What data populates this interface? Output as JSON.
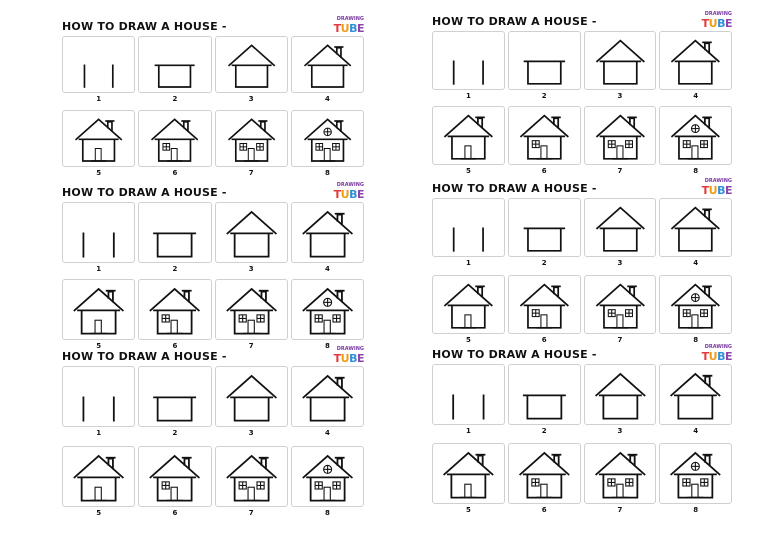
{
  "title": "HOW TO DRAW A HOUSE -",
  "logo": {
    "top": "DRAWING",
    "letters": [
      "T",
      "U",
      "B",
      "E"
    ]
  },
  "steps": [
    {
      "number": "1"
    },
    {
      "number": "2"
    },
    {
      "number": "3"
    },
    {
      "number": "4"
    },
    {
      "number": "5"
    },
    {
      "number": "6"
    },
    {
      "number": "7"
    },
    {
      "number": "8"
    }
  ],
  "sheets": [
    {
      "id": "left-1"
    },
    {
      "id": "left-2"
    },
    {
      "id": "left-3"
    },
    {
      "id": "right-1"
    },
    {
      "id": "right-2"
    },
    {
      "id": "right-3"
    }
  ]
}
